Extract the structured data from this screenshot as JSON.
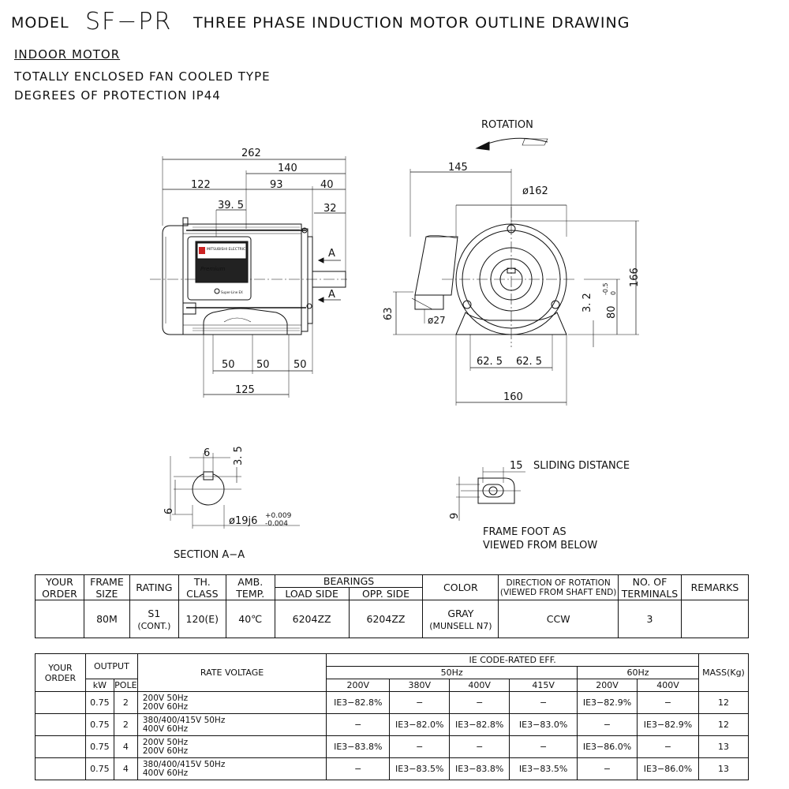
{
  "header": {
    "model_label": "MODEL",
    "model_code": "SF−PR",
    "title": "THREE PHASE INDUCTION MOTOR OUTLINE DRAWING",
    "indoor": "INDOOR MOTOR",
    "type": "TOTALLY ENCLOSED FAN COOLED TYPE",
    "protection": "DEGREES OF PROTECTION IP44"
  },
  "side_view": {
    "dims": {
      "overall": "262",
      "shaft_side": "140",
      "body": "122",
      "d93": "93",
      "d40": "40",
      "d39_5": "39. 5",
      "d32": "32",
      "foot_a": "50",
      "foot_b": "50",
      "foot_c": "50",
      "foot_total": "125",
      "section_a": "A"
    },
    "nameplate": {
      "brand": "MITSUBISHI ELECTRIC",
      "series": "Premium",
      "sub": "Super-Line EX"
    }
  },
  "end_view": {
    "rotation_label": "ROTATION",
    "dims": {
      "d145": "145",
      "dia162": "ø162",
      "h166": "166",
      "h63": "63",
      "dia27": "ø27",
      "d3_2": "3. 2",
      "h80": "80",
      "h80_tol": "-0.5",
      "h80_tol2": "0",
      "d62_5a": "62. 5",
      "d62_5b": "62. 5",
      "d160": "160"
    }
  },
  "section": {
    "label": "SECTION A−A",
    "dims": {
      "w6": "6",
      "h3_5": "3. 5",
      "h6": "6",
      "shaft": "ø19j6",
      "tol_up": "+0.009",
      "tol_dn": "-0.004"
    }
  },
  "foot": {
    "sliding_value": "15",
    "sliding_label": "SLIDING DISTANCE",
    "h9": "9",
    "caption1": "FRAME FOOT AS",
    "caption2": "VIEWED FROM BELOW"
  },
  "spec_table": {
    "headers": {
      "your_order": [
        "YOUR",
        "ORDER"
      ],
      "frame_size": [
        "FRAME",
        "SIZE"
      ],
      "rating": "RATING",
      "th_class": [
        "TH.",
        "CLASS"
      ],
      "amb_temp": [
        "AMB.",
        "TEMP."
      ],
      "bearings": "BEARINGS",
      "load_side": "LOAD SIDE",
      "opp_side": "OPP. SIDE",
      "color": "COLOR",
      "direction": [
        "DIRECTION OF ROTATION",
        "(VIEWED FROM SHAFT END)"
      ],
      "terminals": [
        "NO. OF",
        "TERMINALS"
      ],
      "remarks": "REMARKS"
    },
    "row": {
      "your_order": "",
      "frame_size": "80M",
      "rating": [
        "S1",
        "(CONT.)"
      ],
      "th_class": "120(E)",
      "amb_temp": "40℃",
      "load_side": "6204ZZ",
      "opp_side": "6204ZZ",
      "color": [
        "GRAY",
        "(MUNSELL N7)"
      ],
      "direction": "CCW",
      "terminals": "3",
      "remarks": ""
    }
  },
  "eff_table": {
    "headers": {
      "your_order": [
        "YOUR",
        "ORDER"
      ],
      "output": "OUTPUT",
      "kw": "kW",
      "pole": "POLE",
      "rate_voltage": "RATE VOLTAGE",
      "ie_code": "IE CODE-RATED EFF.",
      "hz50": "50Hz",
      "hz60": "60Hz",
      "mass": "MASS(Kg)",
      "v50": [
        "200V",
        "380V",
        "400V",
        "415V"
      ],
      "v60": [
        "200V",
        "400V"
      ]
    },
    "rows": [
      {
        "kw": "0.75",
        "pole": "2",
        "voltage": [
          "200V 50Hz",
          "200V 60Hz"
        ],
        "e50": [
          "IE3−82.8%",
          "−",
          "−",
          "−"
        ],
        "e60": [
          "IE3−82.9%",
          "−"
        ],
        "mass": "12"
      },
      {
        "kw": "0.75",
        "pole": "2",
        "voltage": [
          "380/400/415V 50Hz",
          "400V 60Hz"
        ],
        "e50": [
          "−",
          "IE3−82.0%",
          "IE3−82.8%",
          "IE3−83.0%"
        ],
        "e60": [
          "−",
          "IE3−82.9%"
        ],
        "mass": "12"
      },
      {
        "kw": "0.75",
        "pole": "4",
        "voltage": [
          "200V 50Hz",
          "200V 60Hz"
        ],
        "e50": [
          "IE3−83.8%",
          "−",
          "−",
          "−"
        ],
        "e60": [
          "IE3−86.0%",
          "−"
        ],
        "mass": "13"
      },
      {
        "kw": "0.75",
        "pole": "4",
        "voltage": [
          "380/400/415V 50Hz",
          "400V 60Hz"
        ],
        "e50": [
          "−",
          "IE3−83.5%",
          "IE3−83.8%",
          "IE3−83.5%"
        ],
        "e60": [
          "−",
          "IE3−86.0%"
        ],
        "mass": "13"
      }
    ]
  }
}
